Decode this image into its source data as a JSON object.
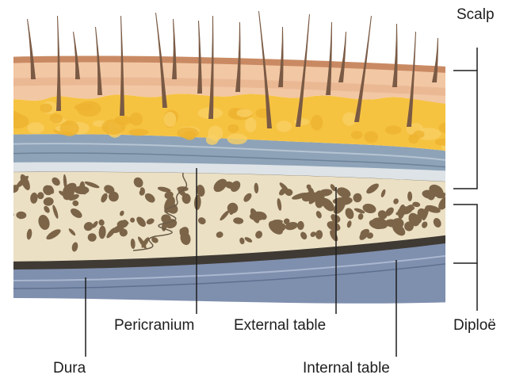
{
  "labels": {
    "scalp": "Scalp",
    "diploe": "Diploë",
    "pericranium": "Pericranium",
    "external_table": "External table",
    "dura": "Dura",
    "internal_table": "Internal table"
  },
  "colors": {
    "hair": "#7a5a44",
    "epidermis": "#c98a63",
    "dermis": "#f2c7a4",
    "fat": "#f6c341",
    "galea": "#8ea3b8",
    "pericranium": "#dde3e6",
    "external_table": "#f0e9d6",
    "diploe": "#ebe0c4",
    "trabecula": "#7c6448",
    "internal_table": "#3f3a33",
    "dura": "#7f8fae",
    "leader": "#1e1e1e"
  }
}
